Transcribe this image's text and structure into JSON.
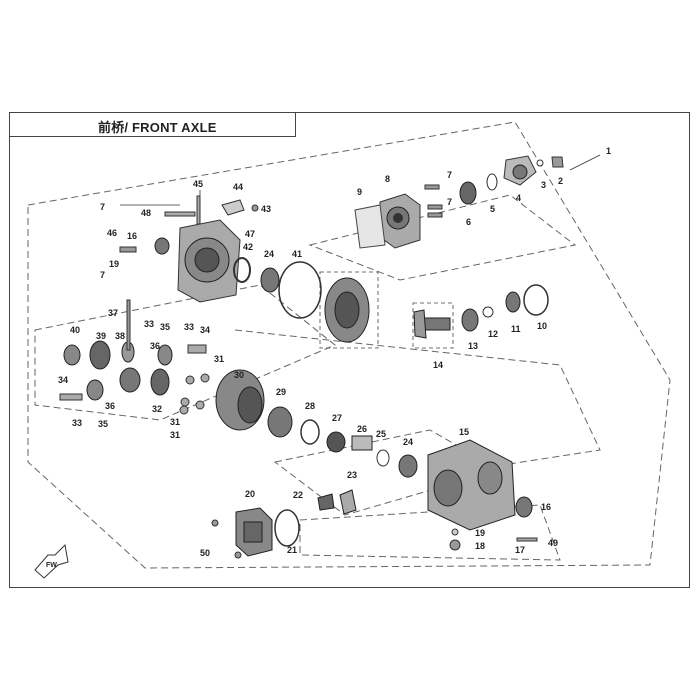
{
  "header": {
    "title": "前桥/ FRONT AXLE"
  },
  "badge": {
    "label": "FW"
  },
  "colors": {
    "ink": "#222222",
    "part": "#555555",
    "shade": "#8a8a8a",
    "light": "#d9d9d9"
  },
  "callouts": [
    "1",
    "2",
    "3",
    "4",
    "5",
    "6",
    "7",
    "8",
    "9",
    "10",
    "11",
    "12",
    "13",
    "14",
    "15",
    "16",
    "17",
    "18",
    "19",
    "20",
    "21",
    "22",
    "23",
    "24",
    "25",
    "26",
    "27",
    "28",
    "29",
    "30",
    "31",
    "32",
    "33",
    "34",
    "35",
    "36",
    "37",
    "38",
    "39",
    "40",
    "41",
    "42",
    "43",
    "44",
    "45",
    "46",
    "47",
    "48",
    "49",
    "50"
  ],
  "labels": {
    "l1": "1",
    "l2": "2",
    "l3": "3",
    "l4": "4",
    "l5": "5",
    "l6": "6",
    "l7a": "7",
    "l7b": "7",
    "l7c": "7",
    "l7d": "7",
    "l8": "8",
    "l9": "9",
    "l10": "10",
    "l11": "11",
    "l12": "12",
    "l13": "13",
    "l14": "14",
    "l15": "15",
    "l16a": "16",
    "l16b": "16",
    "l17": "17",
    "l18": "18",
    "l19a": "19",
    "l19b": "19",
    "l20": "20",
    "l21": "21",
    "l22": "22",
    "l23": "23",
    "l24a": "24",
    "l24b": "24",
    "l25": "25",
    "l26": "26",
    "l27": "27",
    "l28": "28",
    "l29": "29",
    "l30": "30",
    "l31a": "31",
    "l31b": "31",
    "l31c": "31",
    "l32": "32",
    "l33a": "33",
    "l33b": "33",
    "l33c": "33",
    "l34a": "34",
    "l34b": "34",
    "l35a": "35",
    "l35b": "35",
    "l36a": "36",
    "l36b": "36",
    "l37": "37",
    "l38": "38",
    "l39": "39",
    "l40": "40",
    "l41": "41",
    "l42": "42",
    "l43": "43",
    "l44": "44",
    "l45": "45",
    "l46": "46",
    "l47": "47",
    "l48": "48",
    "l49": "49",
    "l50": "50"
  }
}
